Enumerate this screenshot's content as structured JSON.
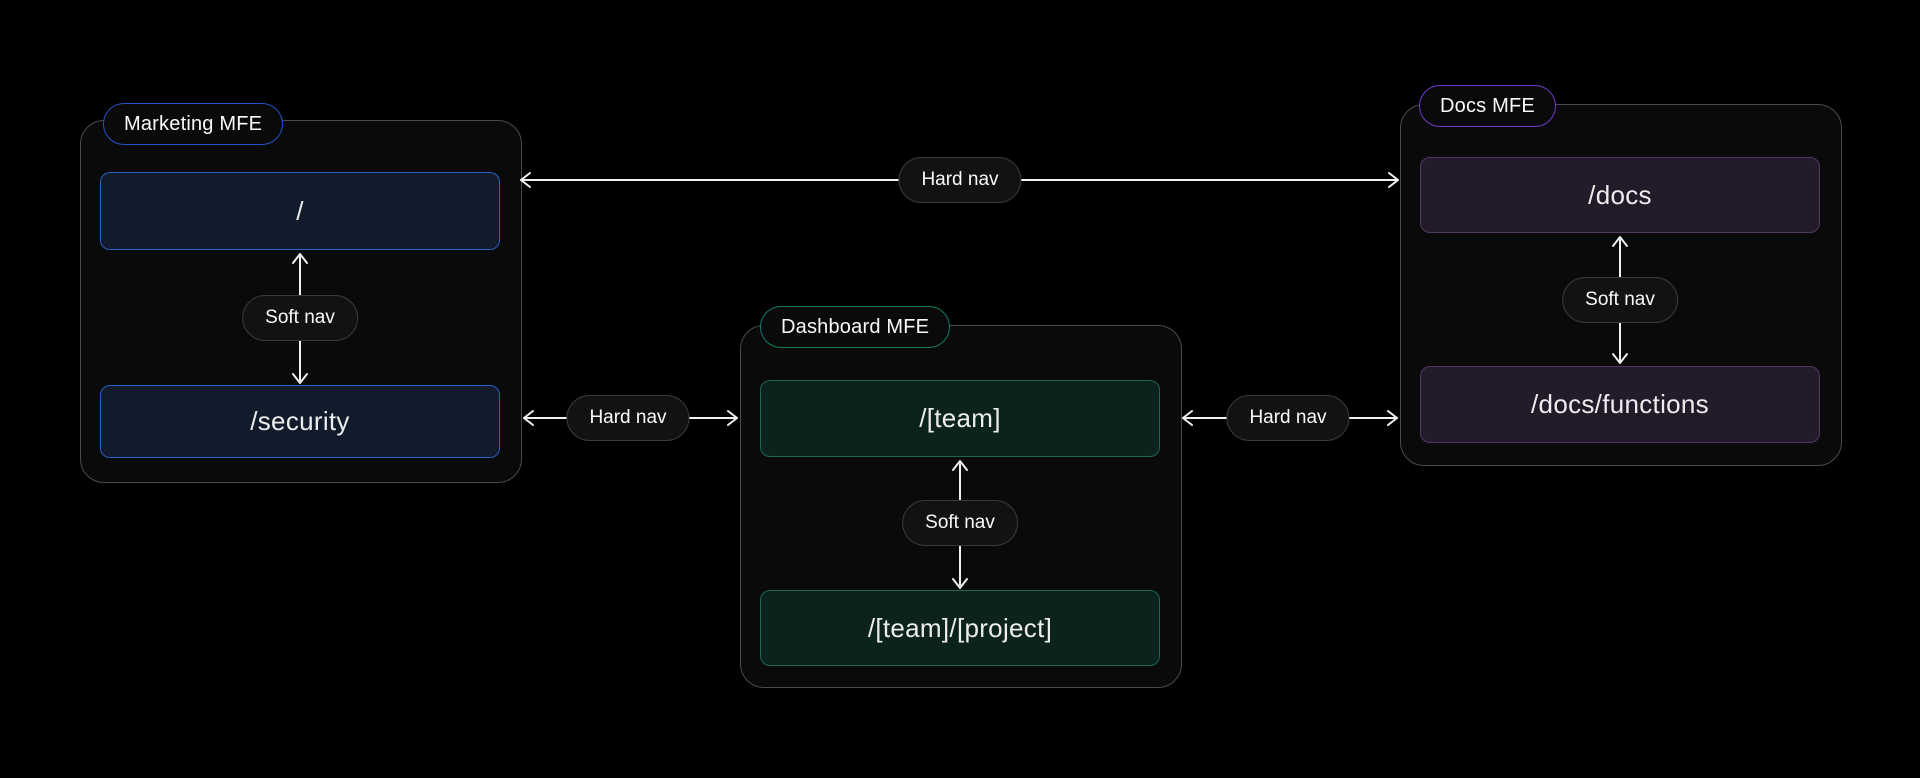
{
  "canvas": {
    "background": "#000000"
  },
  "colors": {
    "container_bg": "#0a0a0a",
    "container_border": "#4a4a50",
    "pill_bg": "#121212",
    "pill_border": "#3a3a3a",
    "pill_text": "#fafafa",
    "node_text": "#ededed",
    "badge_text": "#fafafa",
    "arrow": "#f0f0f0"
  },
  "groups": [
    {
      "badge": "Marketing MFE",
      "accent": "#2253c6",
      "node_bg": "#111b2b",
      "node_border": "#2563c0",
      "soft_nav_label": "Soft nav",
      "nodes": [
        {
          "label": "/"
        },
        {
          "label": "/security"
        }
      ]
    },
    {
      "badge": "Dashboard MFE",
      "accent": "#147a68",
      "node_bg": "#0c221d",
      "node_border": "#1e6456",
      "soft_nav_label": "Soft nav",
      "nodes": [
        {
          "label": "/[team]"
        },
        {
          "label": "/[team]/[project]"
        }
      ]
    },
    {
      "badge": "Docs MFE",
      "accent": "#713bc9",
      "node_bg": "#231a2a",
      "node_border": "#503a64",
      "soft_nav_label": "Soft nav",
      "nodes": [
        {
          "label": "/docs"
        },
        {
          "label": "/docs/functions"
        }
      ]
    }
  ],
  "hard_nav": [
    {
      "label": "Hard nav",
      "between": [
        "/",
        "/docs"
      ]
    },
    {
      "label": "Hard nav",
      "between": [
        "/security",
        "/[team]"
      ]
    },
    {
      "label": "Hard nav",
      "between": [
        "/[team]",
        "/docs/functions"
      ]
    }
  ]
}
